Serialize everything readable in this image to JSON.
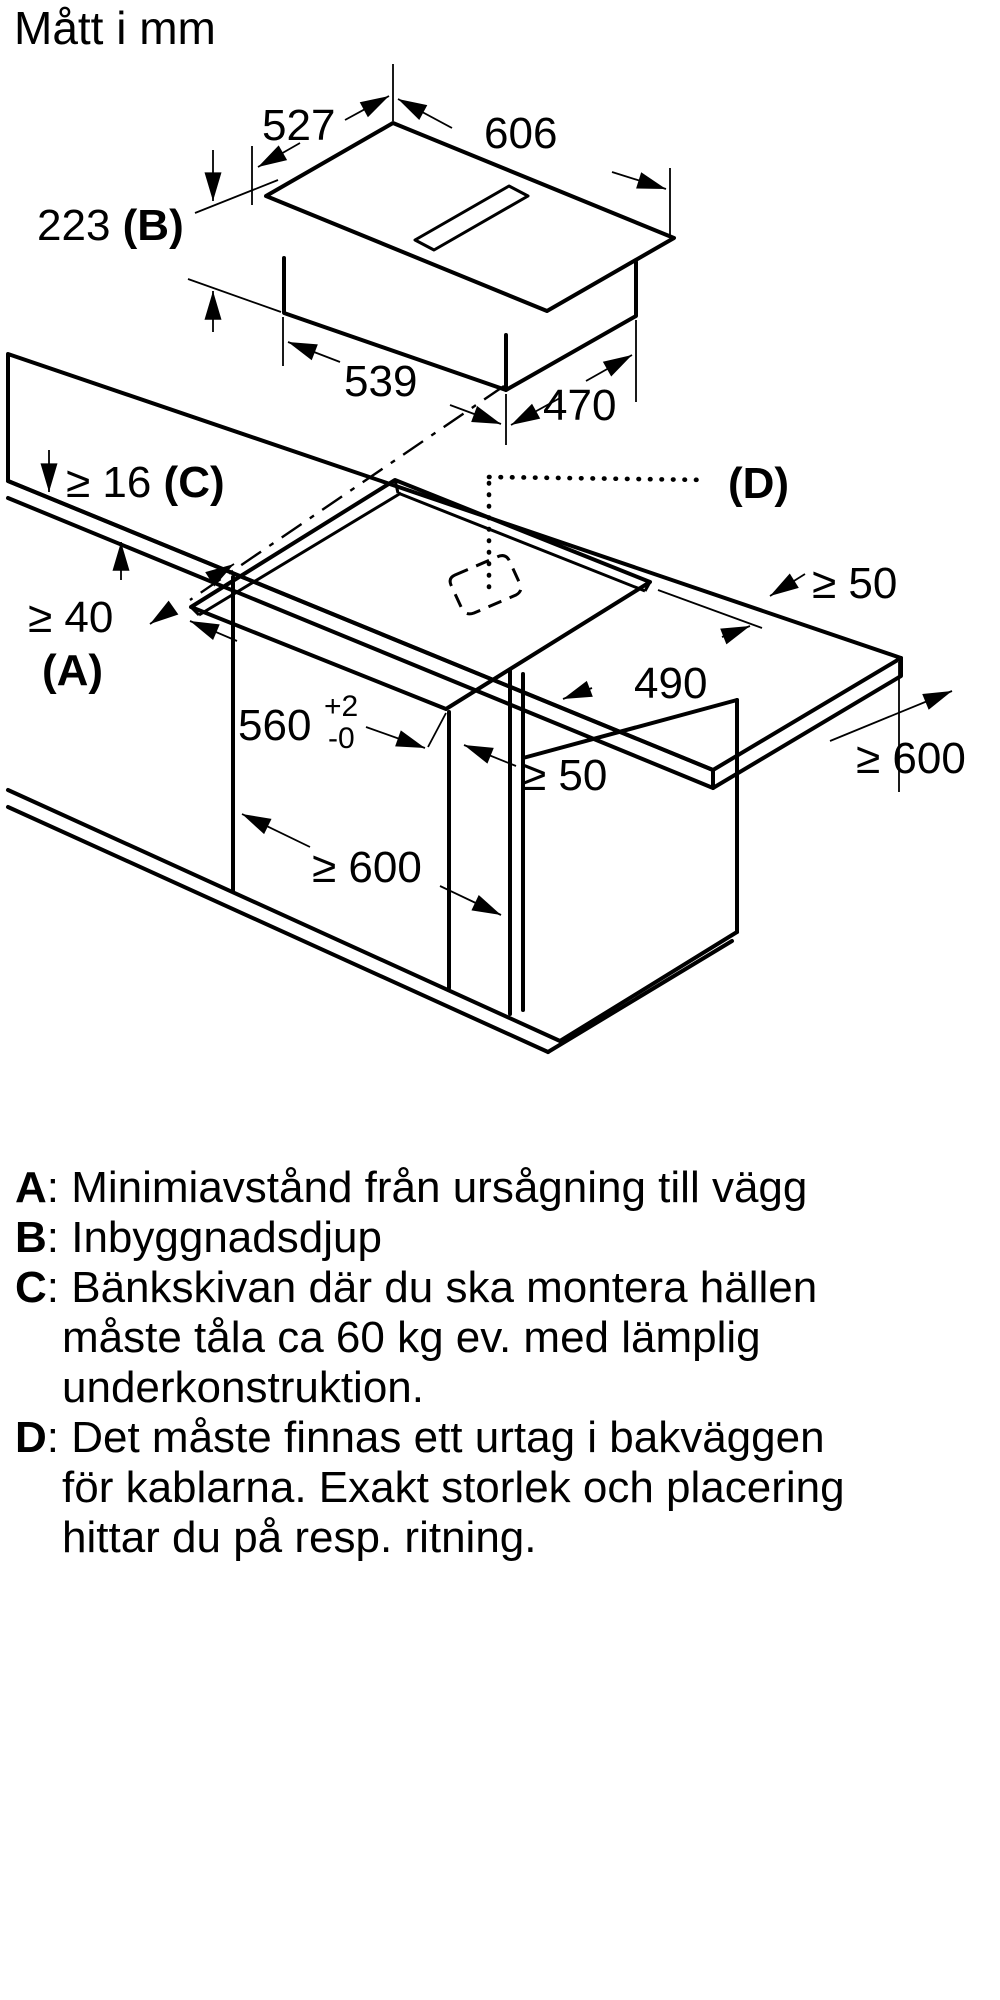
{
  "title": "Mått i mm",
  "dims": {
    "hob_top_depth": "527",
    "hob_top_width": "606",
    "hob_height": "223 ",
    "hob_height_key": "(B)",
    "hob_body_width": "539",
    "hob_body_depth": "470",
    "worktop_thickness": "≥ 16 ",
    "worktop_thickness_key": "(C)",
    "outlet_key": "(D)",
    "side_clearance": "≥ 50",
    "wall_clearance": "≥ 40",
    "wall_clearance_key": "(A)",
    "cutout_width": "560",
    "cutout_width_tol_plus": "+2",
    "cutout_width_tol_minus": "-0",
    "cutout_depth": "490",
    "mid_clearance": "≥ 50",
    "worktop_depth": "≥ 600",
    "niche_width": "≥ 600"
  },
  "legend": {
    "lines": [
      {
        "lead": "A",
        "text": ": Minimiavstånd från ursågning till vägg"
      },
      {
        "lead": "B",
        "text": ": Inbyggnadsdjup"
      },
      {
        "lead": "C",
        "text": ": Bänkskivan där du ska montera hällen"
      },
      {
        "lead": "",
        "text": "måste tåla ca 60 kg ev. med lämplig"
      },
      {
        "lead": "",
        "text": "underkonstruktion."
      },
      {
        "lead": "D",
        "text": ": Det måste finnas ett urtag i bakväggen"
      },
      {
        "lead": "",
        "text": "för kablarna. Exakt storlek och placering"
      },
      {
        "lead": "",
        "text": "hittar du på resp. ritning."
      }
    ]
  }
}
